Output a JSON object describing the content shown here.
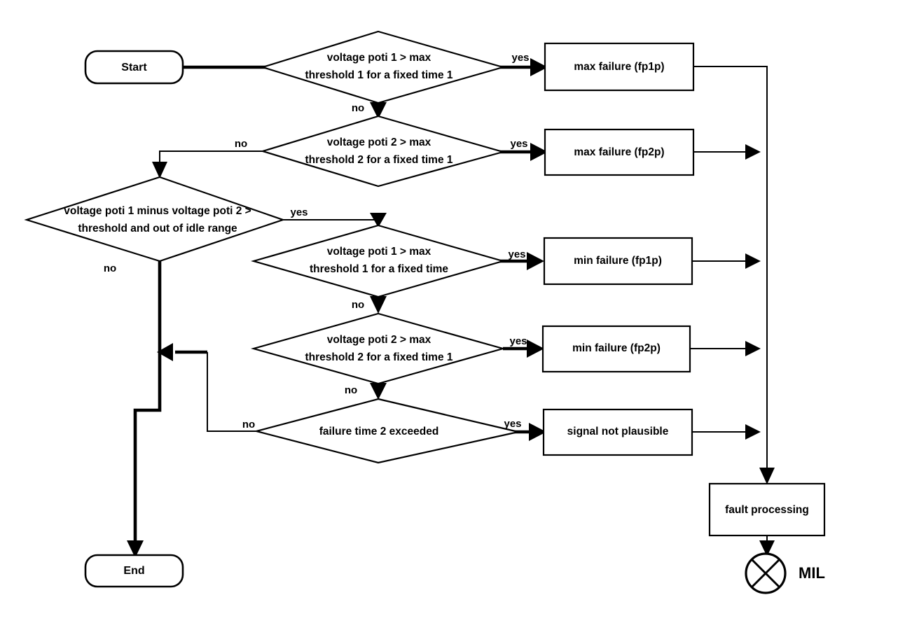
{
  "diagram": {
    "type": "flowchart",
    "title_visible": false,
    "background_color": "#ffffff",
    "line_color": "#000000",
    "text_color": "#000000"
  },
  "nodes": {
    "start": {
      "label": "Start",
      "shape": "rounded-terminator"
    },
    "end": {
      "label": "End",
      "shape": "rounded-terminator"
    },
    "d1_line1": "voltage poti 1 > max",
    "d1_line2": "threshold 1 for a fixed time 1",
    "d2_line1": "voltage poti 2 > max",
    "d2_line2": "threshold 2 for a fixed time 1",
    "d3_line1": "voltage poti 1 minus voltage poti 2 >",
    "d3_line2": "threshold and out of  idle range",
    "d4_line1": "voltage poti 1 > max",
    "d4_line2": "threshold 1 for a fixed time",
    "d5_line1": "voltage poti 2 > max",
    "d5_line2": "threshold 2 for a fixed time 1",
    "d6_line1": "failure time 2 exceeded",
    "p1": {
      "label": "max failure (fp1p)",
      "shape": "process-box"
    },
    "p2": {
      "label": "max failure (fp2p)",
      "shape": "process-box"
    },
    "p3": {
      "label": "min failure (fp1p)",
      "shape": "process-box"
    },
    "p4": {
      "label": "min failure (fp2p)",
      "shape": "process-box"
    },
    "p5": {
      "label": "signal not plausible",
      "shape": "process-box"
    },
    "p6": {
      "label": "fault processing",
      "shape": "process-box"
    },
    "mil": {
      "label": "MIL",
      "shape": "lamp-circle-cross"
    }
  },
  "edge_labels": {
    "d1_yes": "yes",
    "d1_no": "no",
    "d2_yes": "yes",
    "d2_no": "no",
    "d3_yes": "yes",
    "d3_no": "no",
    "d4_yes": "yes",
    "d4_no": "no",
    "d5_yes": "yes",
    "d5_no": "no",
    "d6_yes": "yes",
    "d6_no": "no"
  }
}
